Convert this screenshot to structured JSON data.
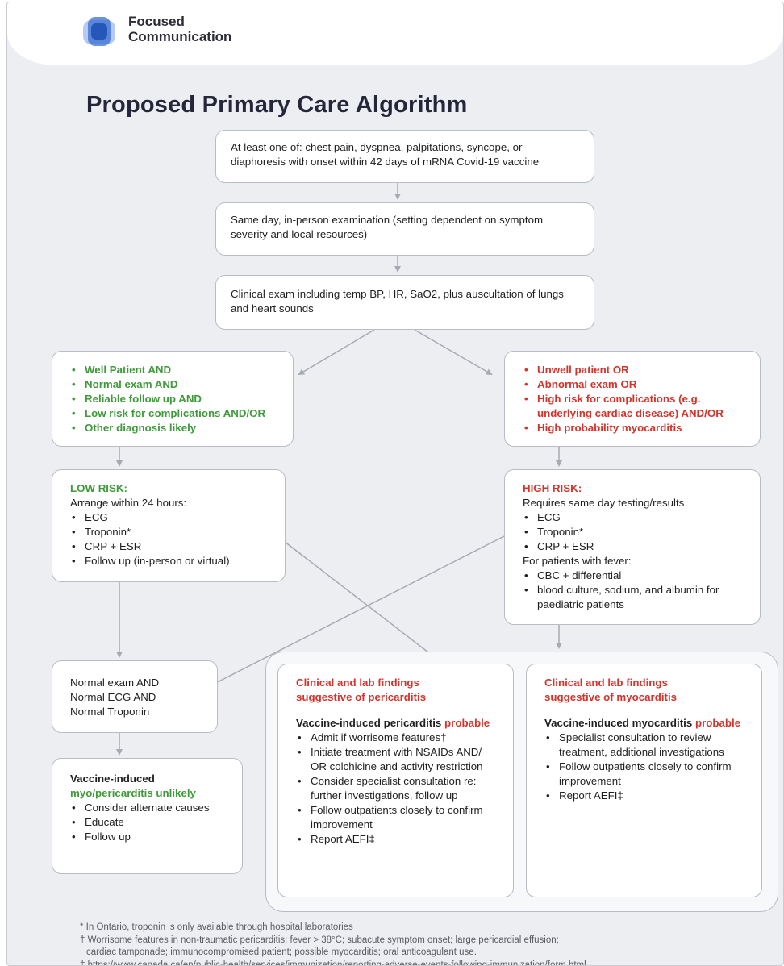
{
  "brand": {
    "line1": "Focused",
    "line2": "Communication"
  },
  "title": "Proposed Primary Care Algorithm",
  "step1": {
    "text": "At least one of: chest pain, dyspnea, palpitations, syncope, or diaphoresis with onset within 42 days of mRNA Covid-19 vaccine"
  },
  "step2": {
    "text": "Same day, in-person examination (setting dependent on symptom severity and local resources)"
  },
  "step3": {
    "text": "Clinical exam including temp BP, HR, SaO2, plus auscultation of lungs and heart sounds"
  },
  "well": {
    "items": [
      "Well Patient AND",
      "Normal exam AND",
      "Reliable follow up AND",
      "Low risk for complications AND/OR",
      "Other diagnosis likely"
    ]
  },
  "unwell": {
    "items": [
      "Unwell patient OR",
      "Abnormal exam OR",
      "High risk for complications (e.g. underlying cardiac disease) AND/OR",
      "High probability myocarditis"
    ]
  },
  "low_risk": {
    "heading": "LOW RISK:",
    "subheading": "Arrange within 24 hours:",
    "items": [
      "ECG",
      "Troponin*",
      "CRP + ESR",
      "Follow up (in-person or virtual)"
    ]
  },
  "high_risk": {
    "heading": "HIGH RISK:",
    "subheading": "Requires same day testing/results",
    "items": [
      "ECG",
      "Troponin*",
      "CRP + ESR"
    ],
    "fever_heading": "For patients with fever:",
    "fever_items": [
      "CBC + differential",
      "blood culture, sodium, and albumin for paediatric patients"
    ]
  },
  "normal": {
    "lines": [
      "Normal exam AND",
      "Normal ECG AND",
      "Normal Troponin"
    ]
  },
  "unlikely": {
    "line1": "Vaccine-induced",
    "line2": "myo/pericarditis unlikely",
    "items": [
      "Consider alternate causes",
      "Educate",
      "Follow up"
    ]
  },
  "pericarditis": {
    "heading1": "Clinical and lab findings",
    "heading2": "suggestive of pericarditis",
    "verdict": "Vaccine-induced pericarditis",
    "verdict_word": "probable",
    "items": [
      "Admit if worrisome features†",
      "Initiate treatment with NSAIDs AND/ OR colchicine and activity restriction",
      "Consider specialist consultation re: further investigations, follow up",
      "Follow outpatients closely to confirm improvement",
      "Report AEFI‡"
    ]
  },
  "myocarditis": {
    "heading1": "Clinical and lab findings",
    "heading2": "suggestive of myocarditis",
    "verdict": "Vaccine-induced myocarditis",
    "verdict_word": "probable",
    "items": [
      "Specialist consultation to review treatment, additional investigations",
      "Follow outpatients closely to confirm improvement",
      "Report AEFI‡"
    ]
  },
  "footnotes": {
    "line1": "* In Ontario, troponin is only available through hospital laboratories",
    "line2": "† Worrisome features in non-traumatic pericarditis: fever > 38°C; subacute symptom onset; large pericardial effusion;",
    "line3": "cardiac tamponade; immunocompromised patient; possible myocarditis; oral anticoagulant use.",
    "line4": "‡ https://www.canada.ca/en/public-health/services/immunization/reporting-adverse-events-following-immunization/form.html"
  },
  "colors": {
    "green": "#3f9b3a",
    "red": "#d6332b",
    "arrow": "#a7aab2",
    "logo": "#3a6fd0"
  }
}
